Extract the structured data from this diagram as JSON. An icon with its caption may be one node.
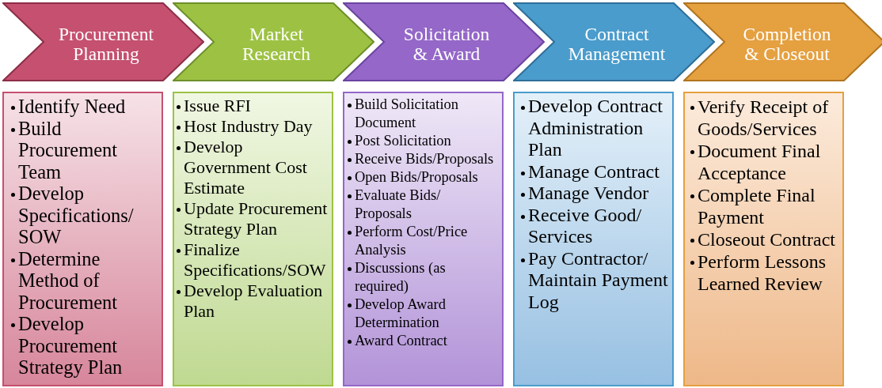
{
  "diagram": {
    "nodes": [
      {
        "text": [
          "Procurement Planning"
        ]
      },
      {
        "text": [
          "Market Research"
        ]
      },
      {
        "text": [
          "Solicitation & Award"
        ]
      },
      {
        "text": [
          "Contract Management"
        ]
      },
      {
        "text": [
          "Completion & Closeout"
        ]
      },
      {
        "text": [
          "Identify Need",
          "Build Procurement Team",
          "Develop Specifications/ SOW",
          "Determine Method of Procurement",
          "Develop Procurement Strategy Plan"
        ]
      },
      {
        "text": [
          "Issue RFI",
          "Host Industry Day",
          "Develop Government Cost Estimate",
          "Update Procurement Strategy Plan",
          "Finalize Specifications/SOW",
          "Develop Evaluation Plan"
        ]
      },
      {
        "text": [
          "Build Solicitation Document",
          "Post Solicitation",
          "Receive Bids/Proposals",
          "Open Bids/Proposals",
          "Evaluate Bids/ Proposals",
          "Perform Cost/Price Analysis",
          "Discussions (as required)",
          "Develop Award Determination",
          "Award Contract"
        ]
      },
      {
        "text": [
          "Develop Contract Administration Plan",
          "Manage Contract",
          "Manage Vendor",
          "Receive Good/ Services",
          "Pay Contractor/ Maintain Payment Log"
        ]
      },
      {
        "text": [
          "Verify Receipt of Goods/Services",
          "Document Final Acceptance",
          "Complete Final Payment",
          "Closeout Contract",
          "Perform  Lessons Learned Review"
        ]
      }
    ],
    "edges": []
  }
}
